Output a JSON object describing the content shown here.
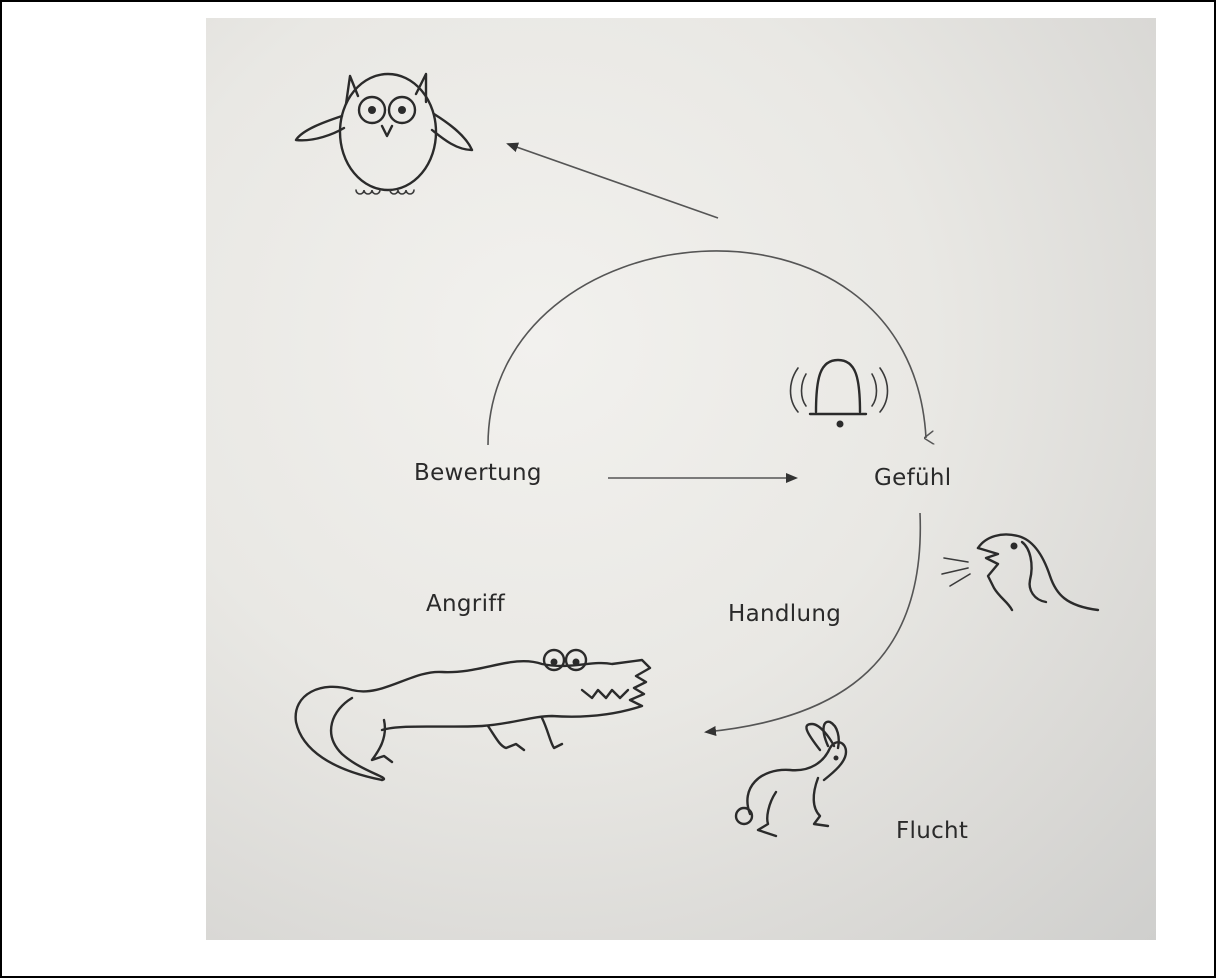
{
  "diagram": {
    "labels": {
      "bewertung": "Bewertung",
      "gefuehl": "Gefühl",
      "angriff": "Angriff",
      "handlung": "Handlung",
      "flucht": "Flucht"
    },
    "icons": [
      "owl-icon",
      "bell-icon",
      "dog-icon",
      "crocodile-icon",
      "rabbit-icon"
    ],
    "colors": {
      "ink": "#2b2b2b",
      "paper": "#e9e8e4",
      "frame": "#000000"
    }
  }
}
